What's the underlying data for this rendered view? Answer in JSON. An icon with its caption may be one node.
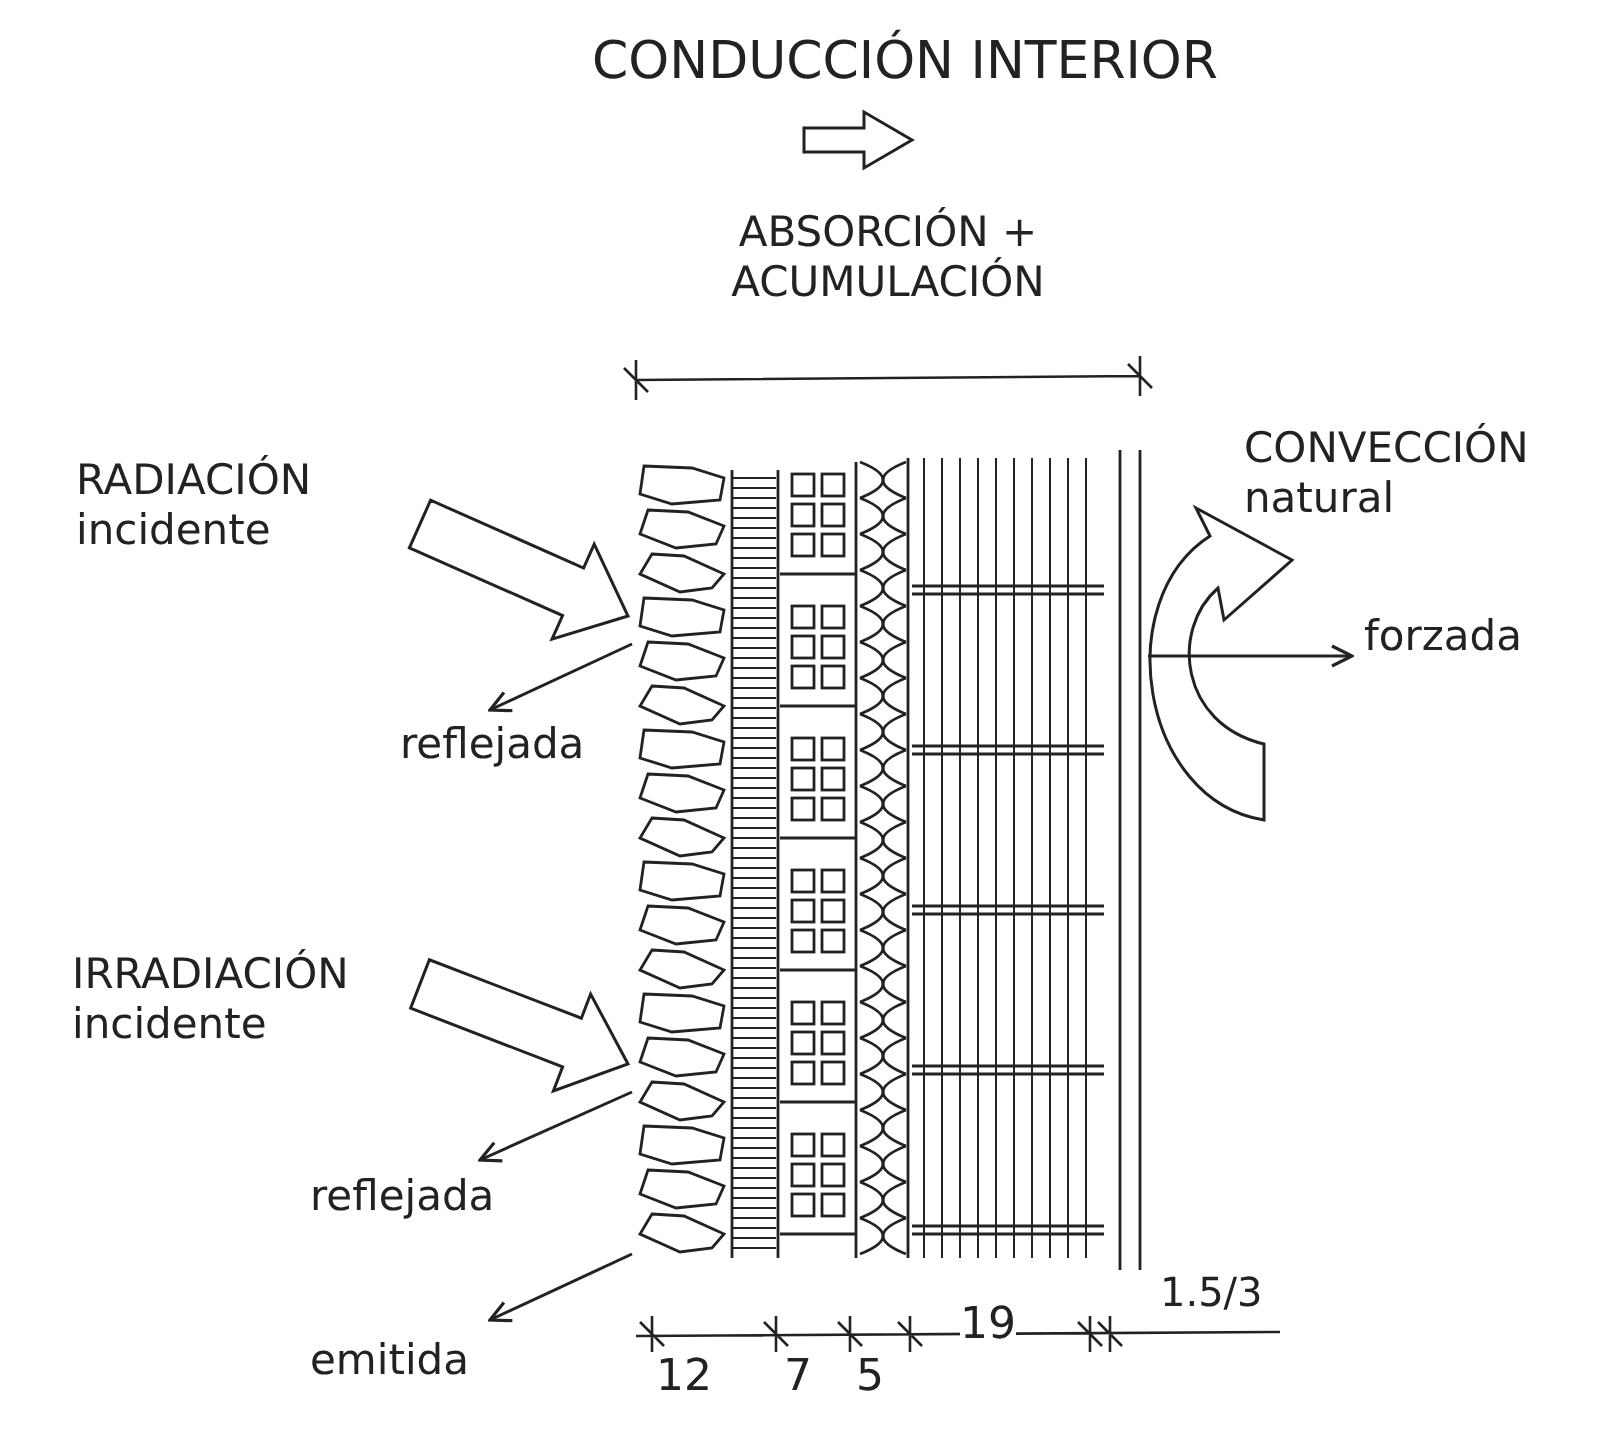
{
  "diagram": {
    "nodes": [
      {
        "text": [],
        "shape": "picture"
      },
      {
        "text": [
          "RADIACIÓN incidente"
        ]
      },
      {
        "text": [
          "reflejada"
        ]
      },
      {
        "text": [
          "IRRADIACIÓN incidente"
        ]
      },
      {
        "text": [
          "reflejada"
        ]
      },
      {
        "text": [
          "emitida"
        ]
      },
      {
        "text": [
          "CONVECCIÓN natural"
        ]
      },
      {
        "text": [
          "forzada"
        ]
      }
    ],
    "edges": [
      {
        "from": 1,
        "to": 0,
        "arrow": "to",
        "style": "thick"
      },
      {
        "from": 0,
        "to": 2,
        "arrow": "to"
      },
      {
        "from": 3,
        "to": 0,
        "arrow": "to",
        "style": "thick"
      },
      {
        "from": 0,
        "to": 4,
        "arrow": "to"
      },
      {
        "from": 0,
        "to": 5,
        "arrow": "to"
      },
      {
        "from": 0,
        "to": 6,
        "arrow": "to",
        "style": "thick"
      },
      {
        "from": 0,
        "to": 7,
        "arrow": "to"
      }
    ],
    "labels": [
      "CONDUCCIÓN INTERIOR",
      "ABSORCIÓN + ACUMULACIÓN",
      "12",
      "7",
      "5",
      "19",
      "1.5/3"
    ]
  }
}
